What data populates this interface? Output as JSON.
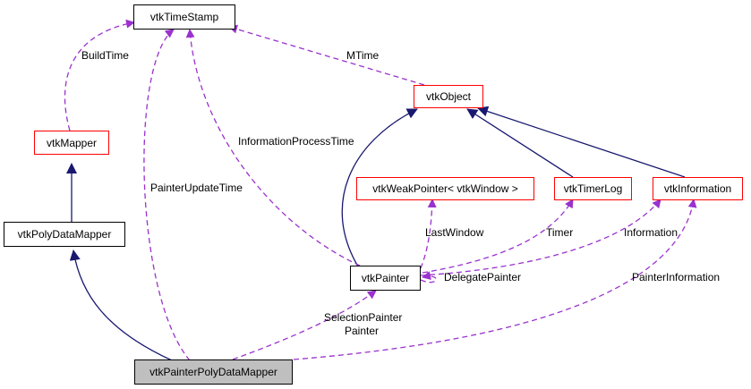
{
  "colors": {
    "inheritance": "#191970",
    "usage": "#9a32cd",
    "undocumented_border": "#ff0000",
    "documented_border": "#000000",
    "focus_fill": "#bfbfbf"
  },
  "nodes": {
    "vtkTimeStamp": "vtkTimeStamp",
    "vtkObject": "vtkObject",
    "vtkMapper": "vtkMapper",
    "vtkPolyDataMapper": "vtkPolyDataMapper",
    "vtkWeakPointer": "vtkWeakPointer< vtkWindow >",
    "vtkTimerLog": "vtkTimerLog",
    "vtkInformation": "vtkInformation",
    "vtkPainter": "vtkPainter",
    "vtkPainterPolyDataMapper": "vtkPainterPolyDataMapper"
  },
  "edge_labels": {
    "build_time": "BuildTime",
    "mtime": "MTime",
    "information_process_time": "InformationProcessTime",
    "painter_update_time": "PainterUpdateTime",
    "last_window": "LastWindow",
    "timer": "Timer",
    "information": "Information",
    "delegate_painter": "DelegatePainter",
    "painter_information": "PainterInformation",
    "selection_painter": "SelectionPainter",
    "painter": "Painter"
  }
}
